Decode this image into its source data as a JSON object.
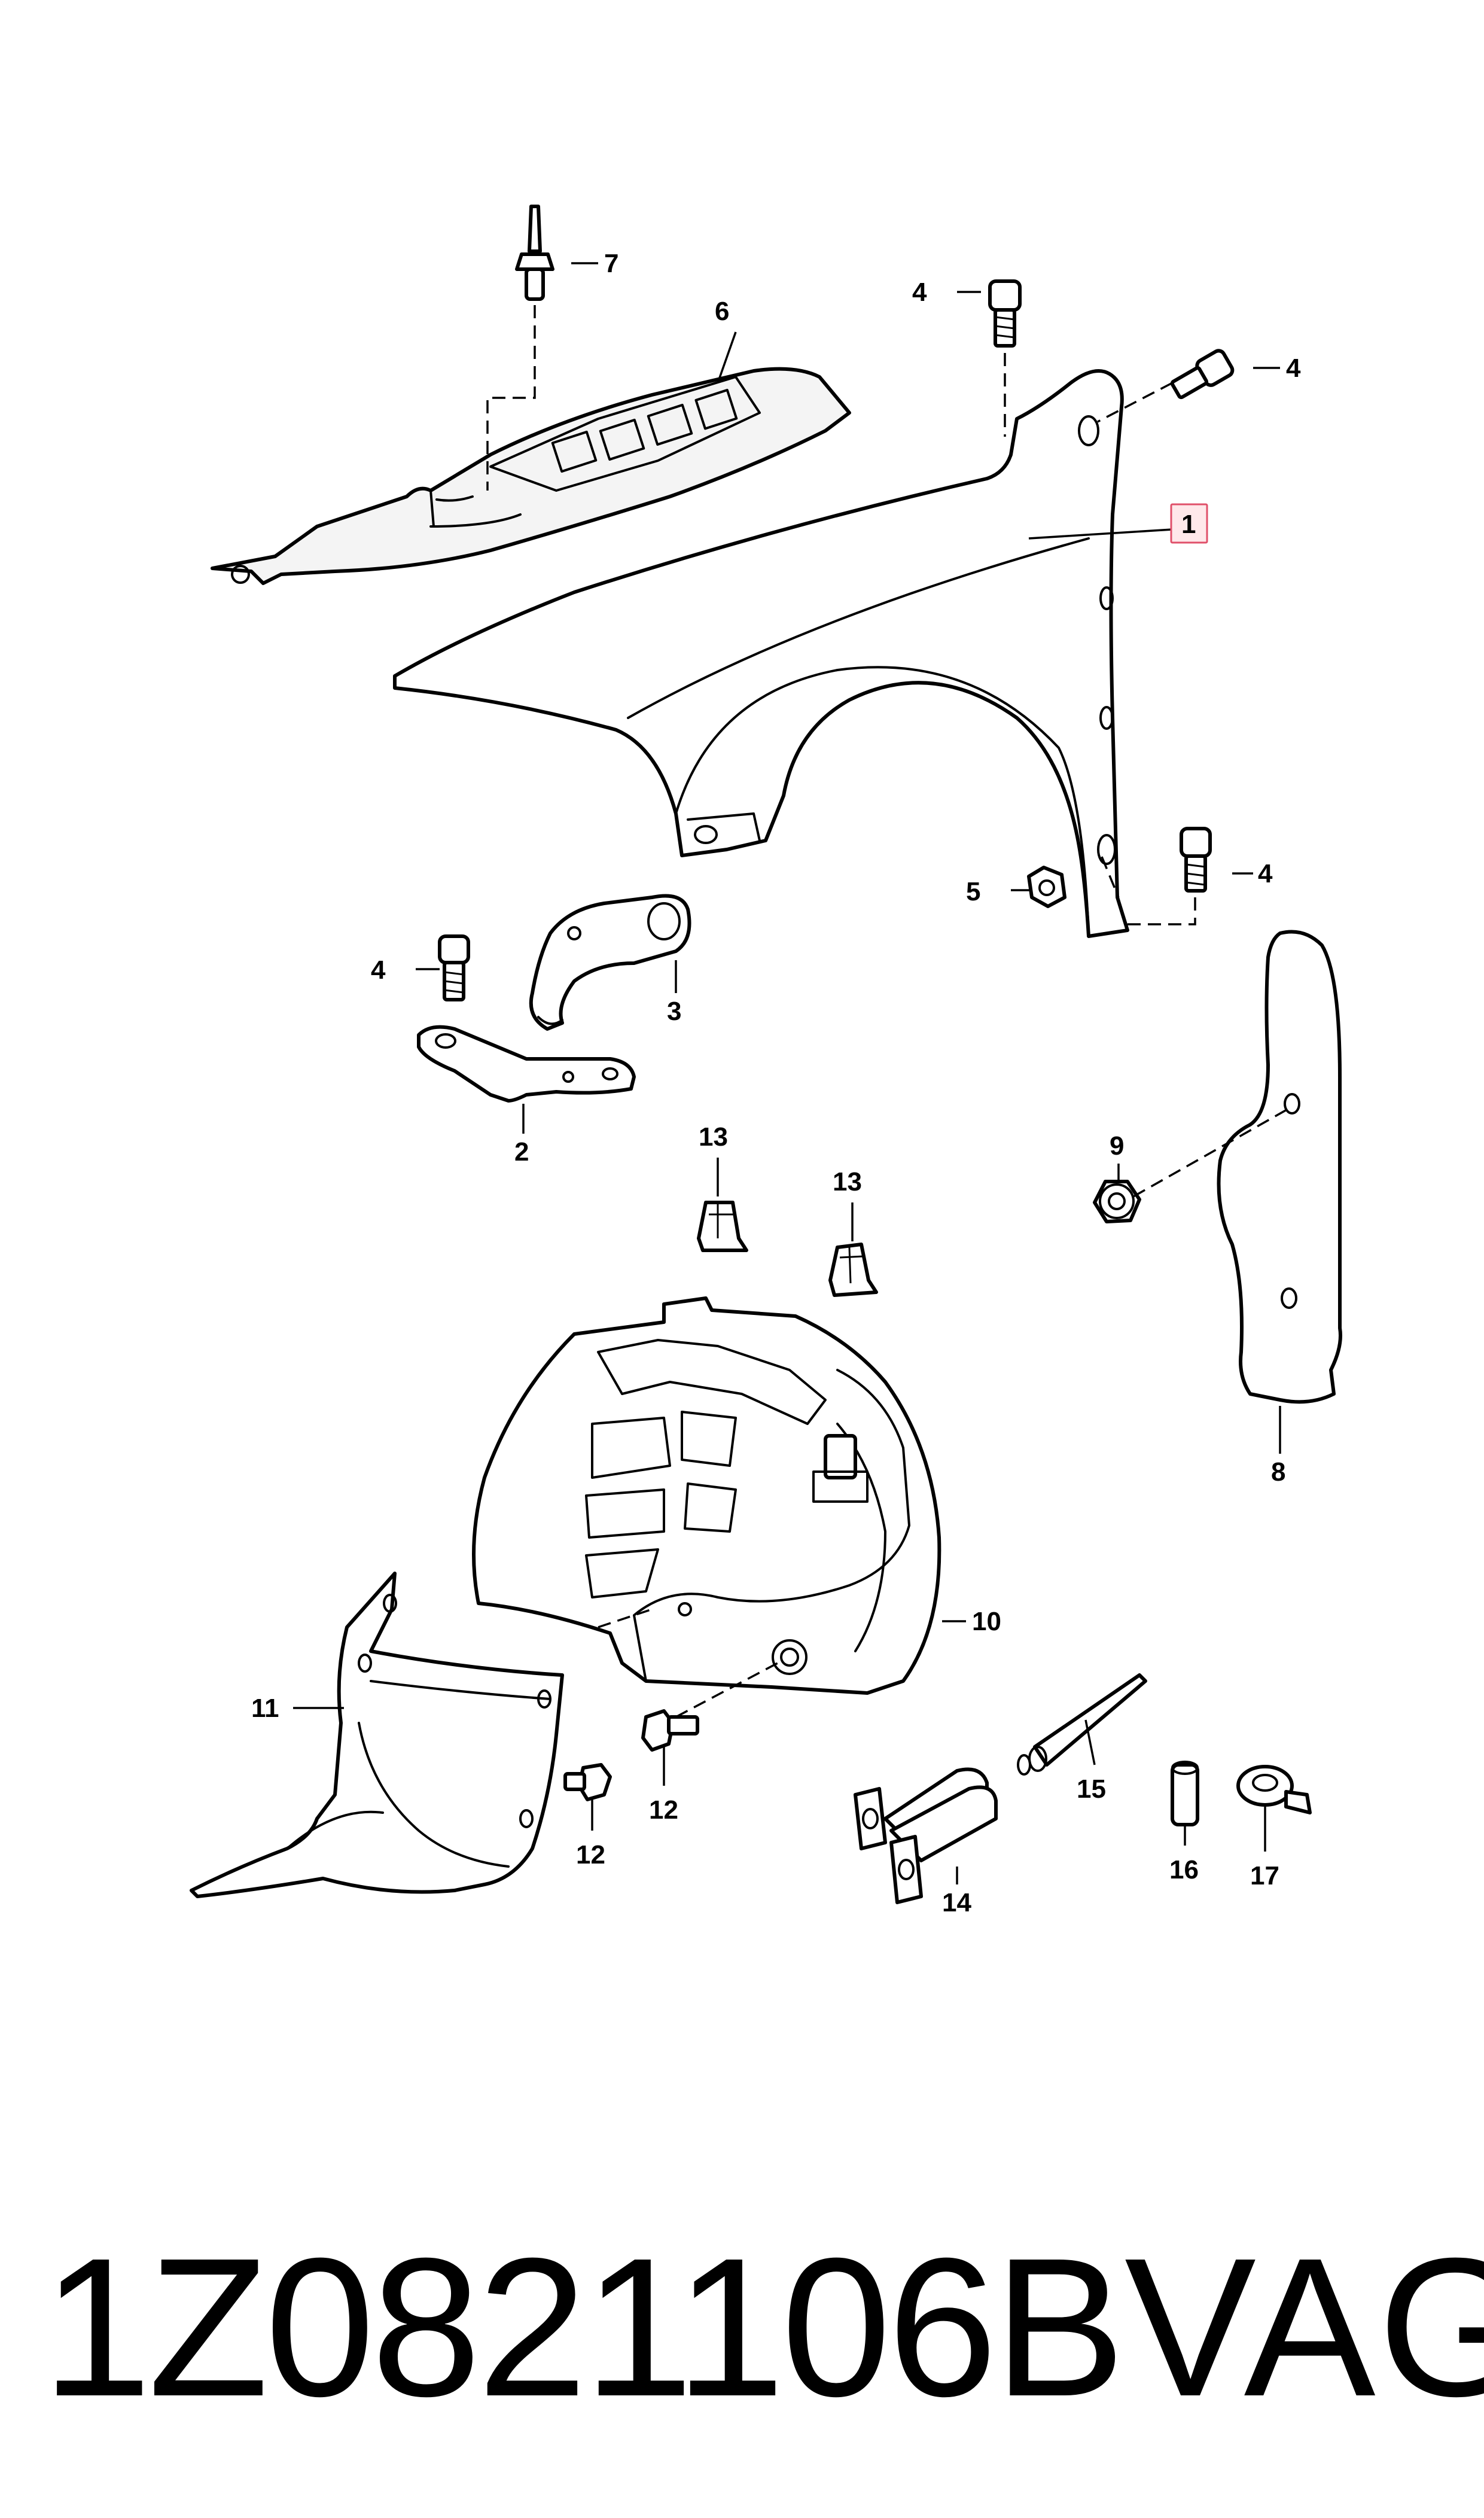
{
  "footer": {
    "part_number": "1Z0821106B",
    "brand": "VAG"
  },
  "colors": {
    "highlight_fill": "#ffe8ea",
    "highlight_stroke": "#e0506a"
  },
  "callouts": {
    "c1": "1",
    "c2": "2",
    "c3": "3",
    "c4a": "4",
    "c4b": "4",
    "c4c": "4",
    "c4d": "4",
    "c5": "5",
    "c6": "6",
    "c7": "7",
    "c8": "8",
    "c9": "9",
    "c10": "10",
    "c11": "11",
    "c12a": "12",
    "c12b": "12",
    "c13a": "13",
    "c13b": "13",
    "c14": "14",
    "c15": "15",
    "c16": "16",
    "c17": "17"
  }
}
